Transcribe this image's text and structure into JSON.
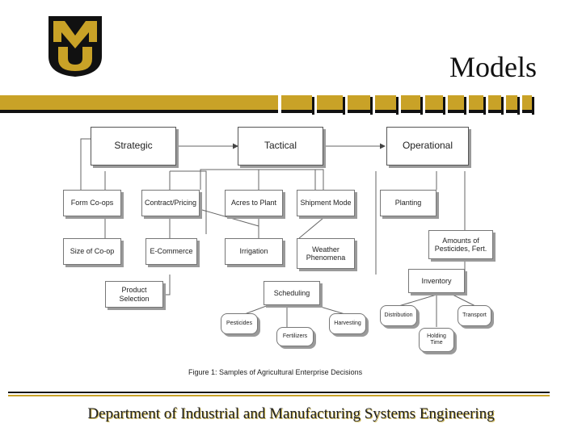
{
  "slide": {
    "title": "Models",
    "footer": "Department of Industrial and Manufacturing Systems Engineering",
    "logo_text": "MU",
    "colors": {
      "gold": "#c9a227",
      "black": "#111111"
    }
  },
  "diagram": {
    "levels": {
      "strategic": "Strategic",
      "tactical": "Tactical",
      "operational": "Operational"
    },
    "nodes": {
      "form_coops": "Form Co-ops",
      "contract_pricing": "Contract/Pricing",
      "acres_to_plant": "Acres to Plant",
      "shipment_mode": "Shipment Mode",
      "planting": "Planting",
      "size_of_coop": "Size of Co-op",
      "e_commerce": "E-Commerce",
      "irrigation": "Irrigation",
      "weather_phenomena": "Weather\nPhenomena",
      "amounts_of_pesticides": "Amounts of\nPesticides, Fert.",
      "product_selection": "Product\nSelection",
      "scheduling": "Scheduling",
      "inventory": "Inventory",
      "pesticides": "Pesticides",
      "fertilizers": "Fertilizers",
      "harvesting": "Harvesting",
      "distribution": "Distribution",
      "transport": "Transport",
      "holding_time": "Holding\nTime"
    },
    "caption": "Figure 1:  Samples of Agricultural Enterprise Decisions"
  }
}
